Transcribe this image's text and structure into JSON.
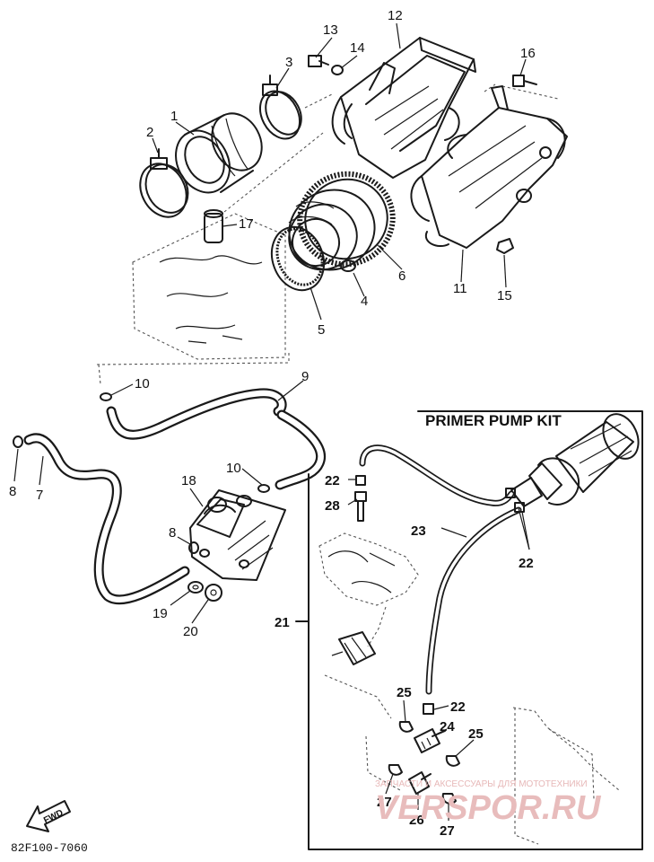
{
  "kit_title": "PRIMER PUMP KIT",
  "drawing_code": "82F100-7060",
  "fwd_label": "FWD",
  "watermark": {
    "small": "ЗАПЧАСТИ И АКСЕССУАРЫ ДЛЯ МОТОТЕХНИКИ",
    "big": "VERSPOR.RU"
  },
  "callouts": {
    "p1": "1",
    "p2": "2",
    "p3": "3",
    "p4": "4",
    "p5": "5",
    "p6": "6",
    "p7": "7",
    "p8a": "8",
    "p8b": "8",
    "p9": "9",
    "p10a": "10",
    "p10b": "10",
    "p11": "11",
    "p12": "12",
    "p13": "13",
    "p14": "14",
    "p15": "15",
    "p16": "16",
    "p17": "17",
    "p18": "18",
    "p19": "19",
    "p20": "20",
    "p21": "21",
    "p22a": "22",
    "p22b": "22",
    "p22c": "22",
    "p23": "23",
    "p24": "24",
    "p25a": "25",
    "p25b": "25",
    "p26": "26",
    "p27a": "27",
    "p27b": "27",
    "p28": "28"
  }
}
